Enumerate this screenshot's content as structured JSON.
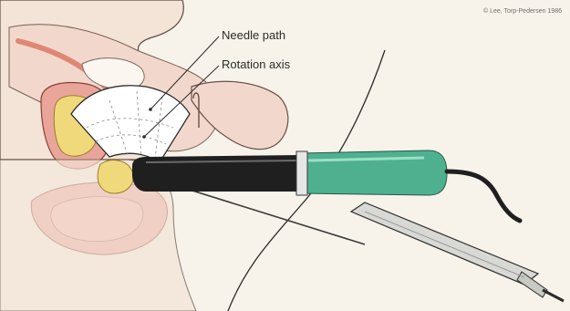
{
  "labels": {
    "needle_path": "Needle path",
    "rotation_axis": "Rotation axis"
  },
  "copyright": "© Lee, Torp-Pedersen 1986",
  "colors": {
    "background": "#f7f3ea",
    "tissue_pink": "#e9a59a",
    "tissue_light": "#f2d8cc",
    "organ_yellow": "#f0d97a",
    "probe_black": "#1f1f1f",
    "probe_green": "#4fb08f",
    "syringe_grey": "#d8d8d4",
    "line_ink": "#2b2b2b"
  }
}
